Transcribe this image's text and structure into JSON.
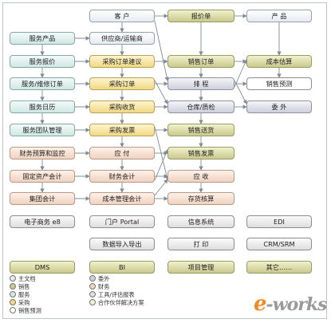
{
  "boxes": {
    "kehu": "客 户",
    "baojiadan": "报价单",
    "chanpin": "产 品",
    "fuwuchanpin": "服务产品",
    "gongyingshang": "供应商/运输商",
    "fuwubaojia": "服务报价",
    "caigoudingdanjianyi": "采购订单建议",
    "xiaoshoudingdan": "销售订单",
    "chengbenguji": "成本估算",
    "fuwuweixiudingdan": "服务/维修订单",
    "caigoudingdan": "采购订单",
    "paicheng": "排 程",
    "xiaoshouyuce": "销售预测",
    "fuwurili": "服务日历",
    "caigoushouhuo": "采购收货",
    "cangkuzhijian": "仓库/质检",
    "weiwai": "委 外",
    "fuwutuandui": "服务团队管理",
    "caigoufapiao": "采购发票",
    "xiaoshousonghuo": "销售送货",
    "caiwuyusuan": "财务预算和监控",
    "yingfu": "应 付",
    "xiaoshoufapiao": "销售发票",
    "gudingzichan": "固定资产会计",
    "caiwukuaiji": "财务会计",
    "yingshou": "应 收",
    "jituankuaiji": "集团会计",
    "chengbenguanli": "成本管理会计",
    "cunhuohesuan": "存货核算",
    "dianzishangwu": "电子商务 e8",
    "menhu": "门户 Portal",
    "xinxixitong": "信息系统",
    "edi": "EDI",
    "shujudaoru": "数据导入导出",
    "dayin": "打 印",
    "crm": "CRM/SRM",
    "dms": "DMS",
    "bi": "BI",
    "xiangmuguanli": "项目管理",
    "qita": "其它……"
  },
  "legend": {
    "left": [
      "主文档",
      "销售",
      "服务",
      "采购",
      "销售预测"
    ],
    "right": [
      "委外",
      "财务",
      "工具/评估报表",
      "合作伙伴解决方案"
    ]
  },
  "colors": {
    "main": "#e6ebf1",
    "sales": "#c9c98d",
    "service": "#cfe8e3",
    "purchase": "#f0d884",
    "finance": "#efd2c0",
    "manufacturing": "#cdd0dc",
    "lines": "#7f8c97"
  },
  "watermark": "e-works"
}
